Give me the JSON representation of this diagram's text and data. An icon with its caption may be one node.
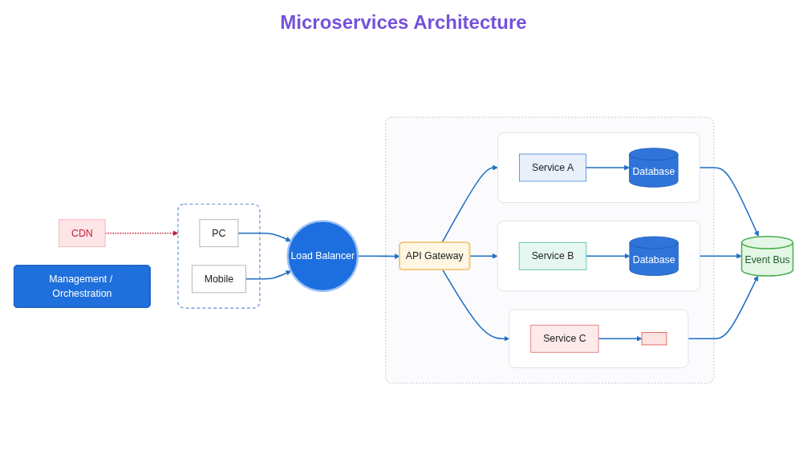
{
  "diagram": {
    "title": "Microservices Architecture",
    "nodes": [
      {
        "text": [],
        "shape": "box"
      },
      {
        "text": [
          "PC"
        ],
        "in": 0
      },
      {
        "text": [
          "Mobile"
        ],
        "in": 0
      },
      {
        "text": [
          "Load Balancer"
        ]
      },
      {
        "text": [
          "CDN"
        ]
      },
      {
        "text": [],
        "shape": "box"
      },
      {
        "text": [
          "API Gateway"
        ],
        "in": 5
      },
      {
        "text": [],
        "shape": "box",
        "in": 5
      },
      {
        "text": [
          "Service A"
        ],
        "in": 7
      },
      {
        "text": [
          "Database"
        ],
        "in": 7
      },
      {
        "text": [],
        "shape": "box",
        "in": 5
      },
      {
        "text": [
          "Service B"
        ],
        "in": 10
      },
      {
        "text": [
          "Database"
        ],
        "in": 10
      },
      {
        "text": [],
        "shape": "box",
        "in": 5
      },
      {
        "text": [
          "Service C"
        ],
        "in": 13
      },
      {
        "text": [],
        "shape": "box",
        "in": 13
      },
      {
        "text": [
          "Event Bus"
        ]
      },
      {
        "text": [
          "Management / Orchestration"
        ]
      }
    ],
    "edges": [
      {
        "from": 1,
        "to": 3,
        "arrow": "to"
      },
      {
        "from": 2,
        "to": 3,
        "arrow": "to"
      },
      {
        "from": 4,
        "to": 0,
        "arrow": "to",
        "style": "dashed",
        "color": "#c0213a"
      },
      {
        "from": 3,
        "to": 6,
        "arrow": "to"
      },
      {
        "from": 6,
        "to": 7,
        "arrow": "to"
      },
      {
        "from": 6,
        "to": 10,
        "arrow": "to"
      },
      {
        "from": 6,
        "to": 13,
        "arrow": "to"
      },
      {
        "from": 8,
        "to": 9,
        "arrow": "to"
      },
      {
        "from": 11,
        "to": 12,
        "arrow": "to"
      },
      {
        "from": 14,
        "to": 15,
        "arrow": "to"
      },
      {
        "from": 7,
        "to": 16,
        "arrow": "to"
      },
      {
        "from": 10,
        "to": 16,
        "arrow": "to"
      },
      {
        "from": 13,
        "to": 16,
        "arrow": "to"
      }
    ]
  }
}
